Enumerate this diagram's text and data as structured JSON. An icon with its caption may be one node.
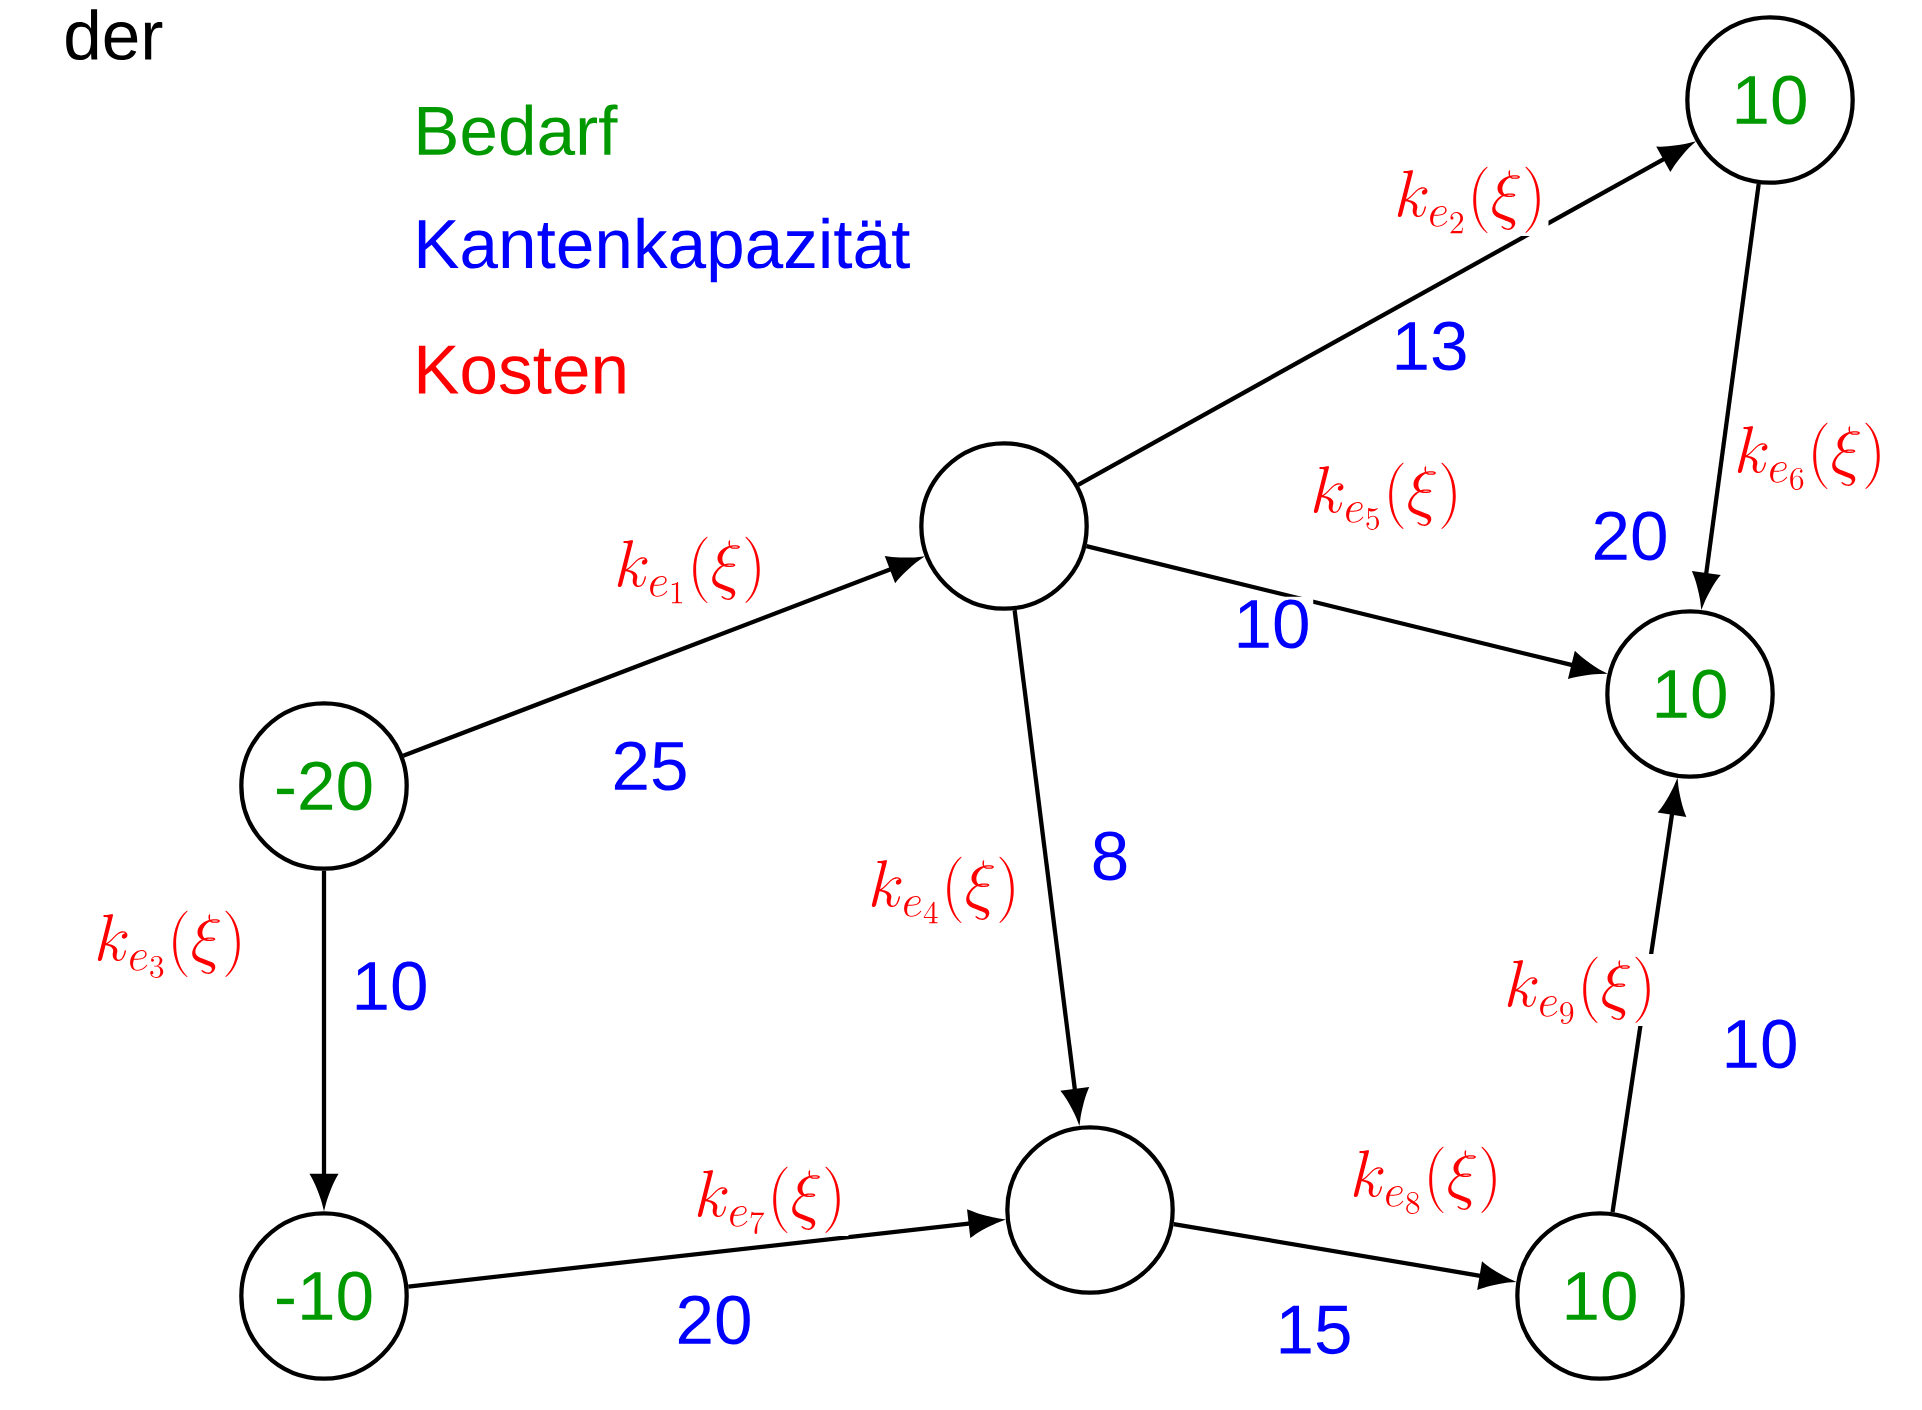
{
  "diagram": {
    "nodes": [
      {
        "text": [
          "-20"
        ]
      },
      {
        "text": [],
        "shape": "circle"
      },
      {
        "text": [
          "10"
        ]
      },
      {
        "text": [
          "10"
        ]
      },
      {
        "text": [],
        "shape": "circle"
      },
      {
        "text": [
          "-10"
        ]
      },
      {
        "text": [
          "10"
        ]
      }
    ],
    "edges": [
      {
        "from": 0,
        "to": 1,
        "arrow": "to",
        "label": "k_{e_1}(\\xi)"
      },
      {
        "from": 1,
        "to": 2,
        "arrow": "to",
        "label": "k_{e_2}(\\xi)"
      },
      {
        "from": 0,
        "to": 5,
        "arrow": "to",
        "label": "k_{e_3}(\\xi)"
      },
      {
        "from": 1,
        "to": 4,
        "arrow": "to",
        "label": "k_{e_4}(\\xi)"
      },
      {
        "from": 1,
        "to": 3,
        "arrow": "to",
        "label": "k_{e_5}(\\xi)"
      },
      {
        "from": 2,
        "to": 3,
        "arrow": "to",
        "label": "k_{e_6}(\\xi)"
      },
      {
        "from": 5,
        "to": 4,
        "arrow": "to",
        "label": "k_{e_7}(\\xi)"
      },
      {
        "from": 4,
        "to": 6,
        "arrow": "to",
        "label": "k_{e_8}(\\xi)"
      },
      {
        "from": 6,
        "to": 3,
        "arrow": "to",
        "label": "k_{e_9}(\\xi)"
      }
    ],
    "labels": [
      "der",
      "25",
      "13",
      "10",
      "8",
      "10",
      "20",
      "20",
      "15",
      "10"
    ],
    "legend": [
      {
        "text": "Bedarf",
        "color": "#009900"
      },
      {
        "text": "Kantenkapazität",
        "color": "#0000ff"
      },
      {
        "text": "Kosten",
        "color": "#ff0000"
      }
    ]
  }
}
